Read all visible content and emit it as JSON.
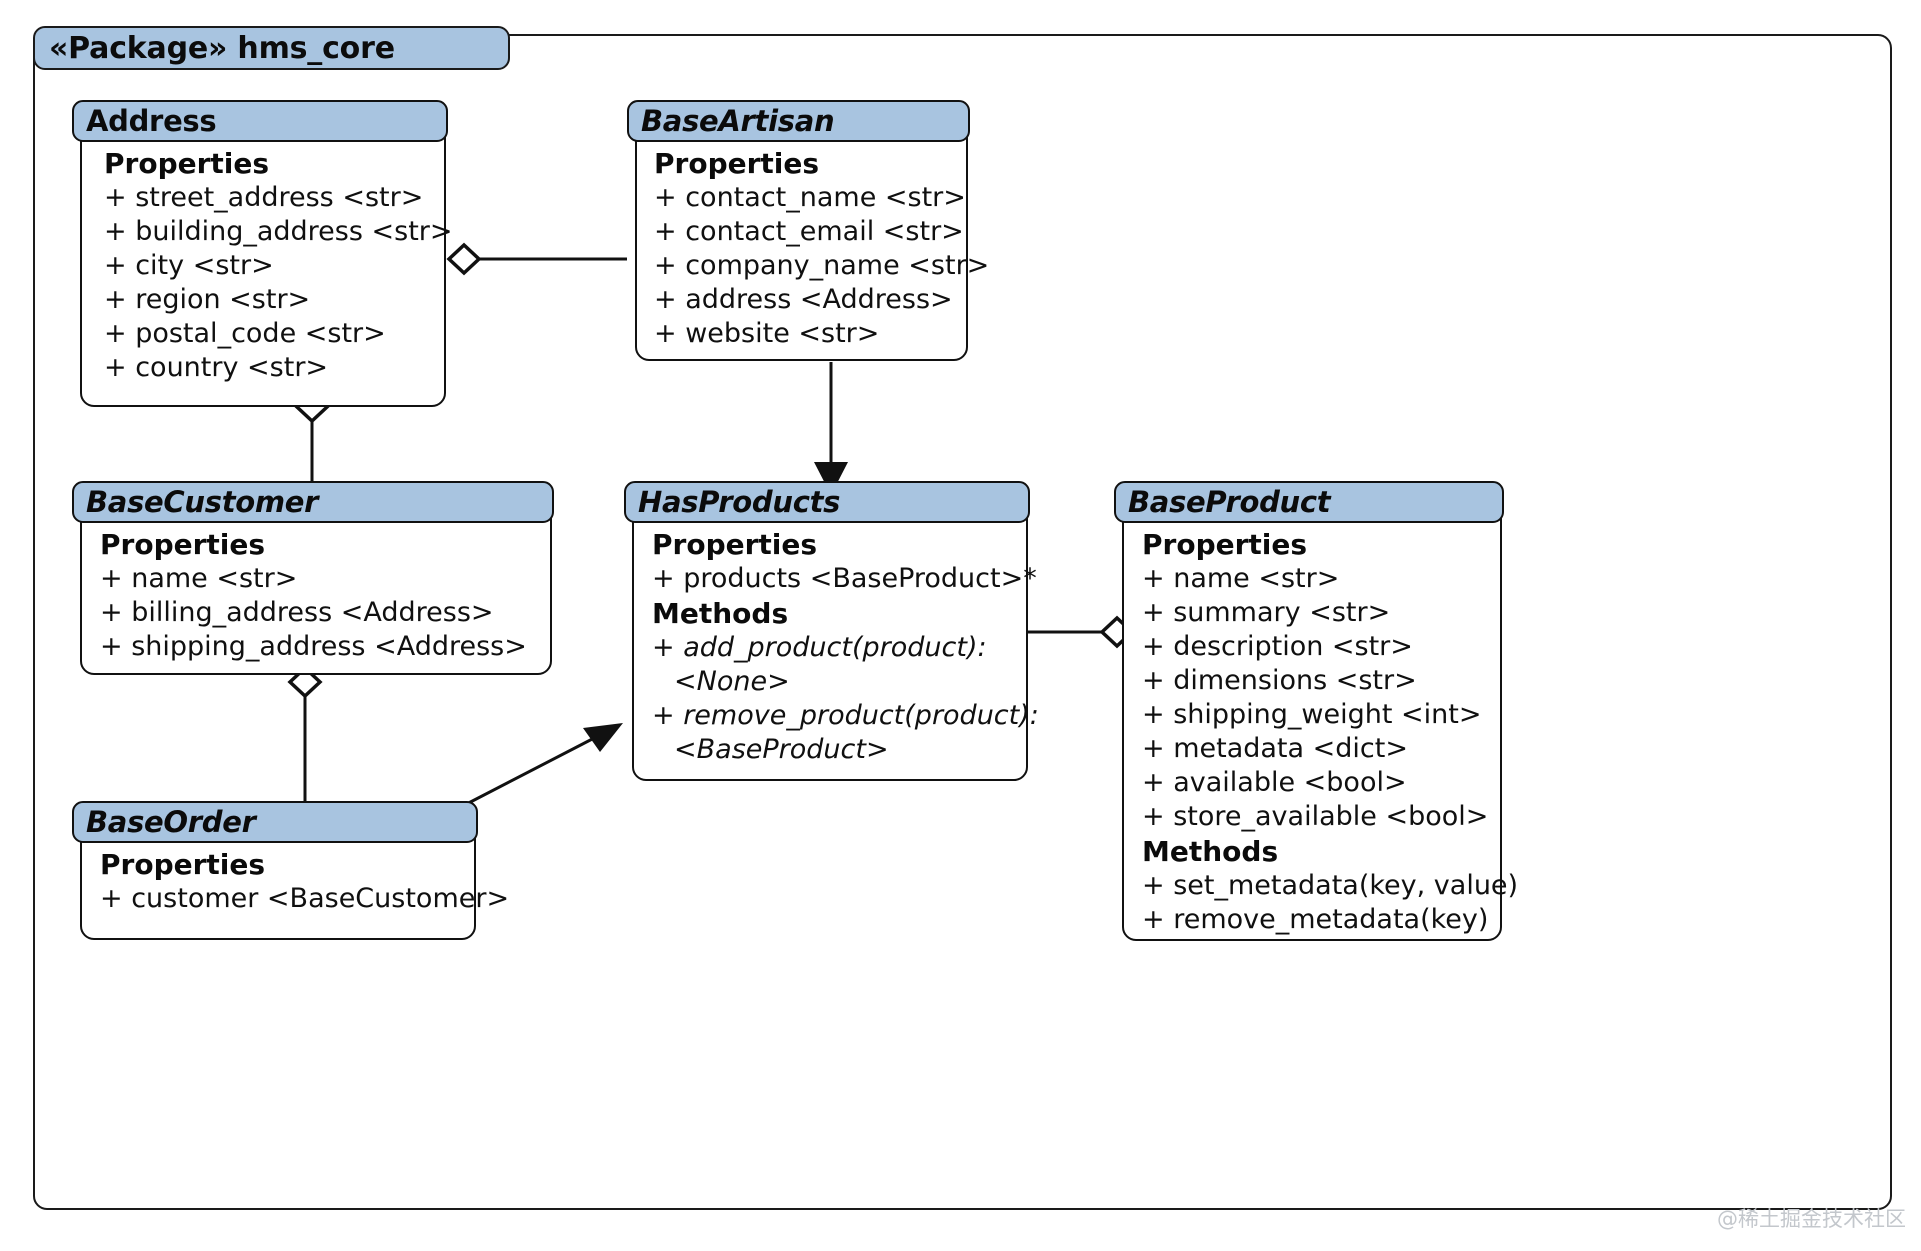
{
  "package": {
    "stereotype_label": "«Package» hms_core",
    "header_color": "#a8c4e0",
    "border_color": "#111111"
  },
  "section_labels": {
    "properties": "Properties",
    "methods": "Methods"
  },
  "classes": [
    {
      "id": "address",
      "name": "Address",
      "abstract": false,
      "sections": [
        {
          "label": "Properties",
          "members": [
            {
              "text": "+ street_address <str>",
              "abstract": false,
              "continuation": false
            },
            {
              "text": "+ building_address <str>",
              "abstract": false,
              "continuation": false
            },
            {
              "text": "+ city <str>",
              "abstract": false,
              "continuation": false
            },
            {
              "text": "+ region <str>",
              "abstract": false,
              "continuation": false
            },
            {
              "text": "+ postal_code <str>",
              "abstract": false,
              "continuation": false
            },
            {
              "text": "+ country <str>",
              "abstract": false,
              "continuation": false
            }
          ]
        }
      ]
    },
    {
      "id": "baseartisan",
      "name": "BaseArtisan",
      "abstract": true,
      "sections": [
        {
          "label": "Properties",
          "members": [
            {
              "text": "+ contact_name <str>",
              "abstract": false,
              "continuation": false
            },
            {
              "text": "+ contact_email <str>",
              "abstract": false,
              "continuation": false
            },
            {
              "text": "+ company_name <str>",
              "abstract": false,
              "continuation": false
            },
            {
              "text": "+ address <Address>",
              "abstract": false,
              "continuation": false
            },
            {
              "text": "+ website <str>",
              "abstract": false,
              "continuation": false
            }
          ]
        }
      ]
    },
    {
      "id": "basecustomer",
      "name": "BaseCustomer",
      "abstract": true,
      "sections": [
        {
          "label": "Properties",
          "members": [
            {
              "text": "+ name <str>",
              "abstract": false,
              "continuation": false
            },
            {
              "text": "+ billing_address <Address>",
              "abstract": false,
              "continuation": false
            },
            {
              "text": "+ shipping_address <Address>",
              "abstract": false,
              "continuation": false
            }
          ]
        }
      ]
    },
    {
      "id": "hasproducts",
      "name": "HasProducts",
      "abstract": true,
      "sections": [
        {
          "label": "Properties",
          "members": [
            {
              "text": "+ products <BaseProduct>*",
              "abstract": false,
              "continuation": false
            }
          ]
        },
        {
          "label": "Methods",
          "members": [
            {
              "text": "+ add_product(product):",
              "abstract": true,
              "continuation": false
            },
            {
              "text": "<None>",
              "abstract": true,
              "continuation": true
            },
            {
              "text": "+ remove_product(product):",
              "abstract": true,
              "continuation": false
            },
            {
              "text": "<BaseProduct>",
              "abstract": true,
              "continuation": true
            }
          ]
        }
      ]
    },
    {
      "id": "baseproduct",
      "name": "BaseProduct",
      "abstract": true,
      "sections": [
        {
          "label": "Properties",
          "members": [
            {
              "text": "+ name <str>",
              "abstract": false,
              "continuation": false
            },
            {
              "text": "+ summary <str>",
              "abstract": false,
              "continuation": false
            },
            {
              "text": "+ description <str>",
              "abstract": false,
              "continuation": false
            },
            {
              "text": "+ dimensions <str>",
              "abstract": false,
              "continuation": false
            },
            {
              "text": "+ shipping_weight <int>",
              "abstract": false,
              "continuation": false
            },
            {
              "text": "+ metadata <dict>",
              "abstract": false,
              "continuation": false
            },
            {
              "text": "+ available <bool>",
              "abstract": false,
              "continuation": false
            },
            {
              "text": "+ store_available <bool>",
              "abstract": false,
              "continuation": false
            }
          ]
        },
        {
          "label": "Methods",
          "members": [
            {
              "text": "+ set_metadata(key, value)",
              "abstract": false,
              "continuation": false
            },
            {
              "text": "+ remove_metadata(key)",
              "abstract": false,
              "continuation": false
            }
          ]
        }
      ]
    },
    {
      "id": "baseorder",
      "name": "BaseOrder",
      "abstract": true,
      "sections": [
        {
          "label": "Properties",
          "members": [
            {
              "text": "+ customer <BaseCustomer>",
              "abstract": false,
              "continuation": false
            }
          ]
        }
      ]
    }
  ],
  "relationships": [
    {
      "id": "address-baseartisan",
      "type": "aggregation",
      "from": "Address",
      "to": "BaseArtisan"
    },
    {
      "id": "address-basecustomer",
      "type": "aggregation",
      "from": "Address",
      "to": "BaseCustomer"
    },
    {
      "id": "basecustomer-baseorder",
      "type": "aggregation",
      "from": "BaseCustomer",
      "to": "BaseOrder"
    },
    {
      "id": "baseartisan-hasproducts",
      "type": "inheritance",
      "from": "BaseArtisan",
      "to": "HasProducts"
    },
    {
      "id": "baseorder-hasproducts",
      "type": "association",
      "from": "BaseOrder",
      "to": "HasProducts"
    },
    {
      "id": "hasproducts-baseproduct",
      "type": "aggregation",
      "from": "BaseProduct",
      "to": "HasProducts"
    }
  ],
  "watermark": {
    "text": "@稀土掘金技术社区"
  }
}
